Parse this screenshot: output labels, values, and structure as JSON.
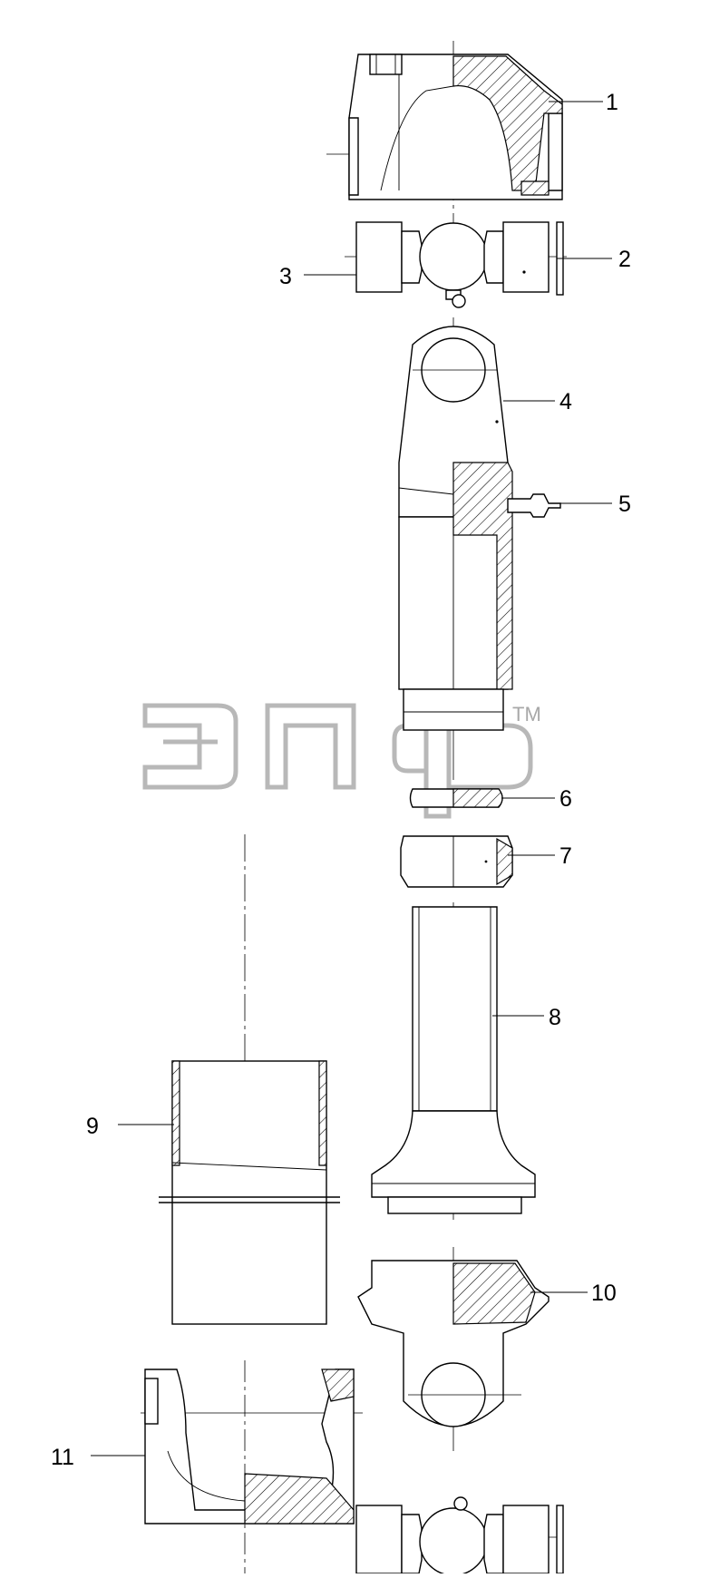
{
  "diagram": {
    "callouts": [
      "1",
      "2",
      "3",
      "4",
      "5",
      "6",
      "7",
      "8",
      "9",
      "10",
      "11"
    ],
    "watermark": {
      "trademark": "TM"
    }
  }
}
